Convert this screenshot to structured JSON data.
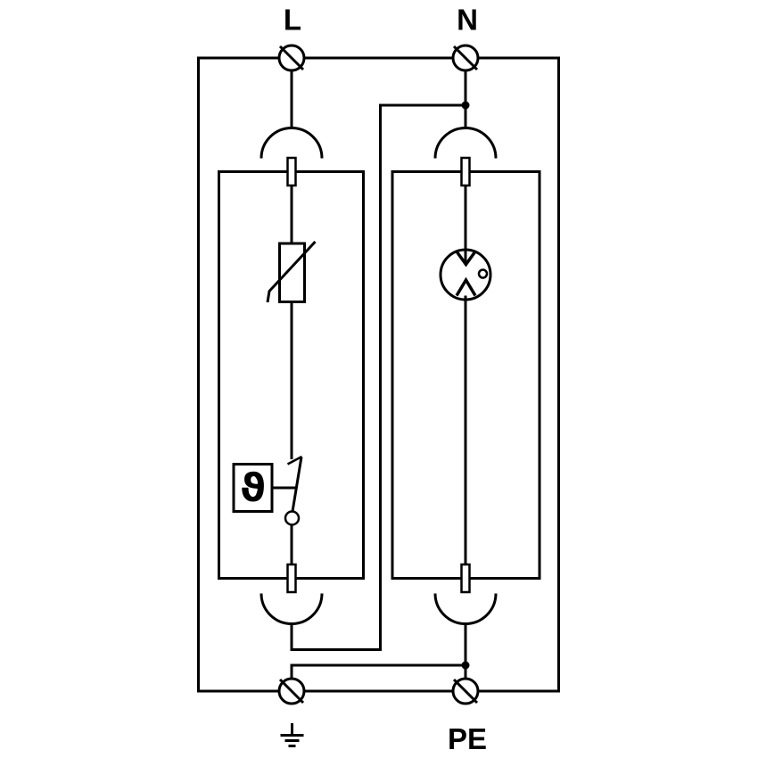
{
  "page": {
    "background": "#ffffff",
    "line_color": "#000000",
    "kind": "surge-protective-device wiring diagram"
  },
  "labels": {
    "l_terminal": "L",
    "n_terminal": "N",
    "pe_terminal": "PE",
    "thermal_disconnector": "ϑ"
  },
  "icons": {
    "screw-terminal-icon": "circle with 45° slash (connection terminal)",
    "plug-connector-arc-icon": "semicircular arc (plug-in module socket)",
    "contact-pin-icon": "small rectangle pin crossing module edge",
    "varistor-icon": "rectangle with diagonal strike and foot (MOV)",
    "disconnect-switch-icon": "tilted switch blade with pivot circle and break tick",
    "thermal-disconnector-icon": "boxed script theta symbol",
    "triggered-spark-gap-icon": "circle with two opposing arrows and small trigger electrode circle",
    "earth-ground-icon": "stem with three stacked bars",
    "junction-dot-icon": "filled connection dot"
  },
  "structure": {
    "enclosure": "outer rectangle through all four terminals",
    "left_module": "varistor with thermal disconnect switch, between L and N",
    "right_module": "triggered spark gap, between N and PE/earth"
  }
}
